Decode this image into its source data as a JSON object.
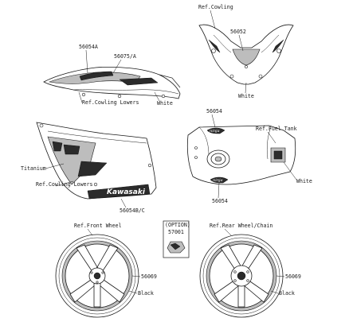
{
  "labels": {
    "upper_cowl_left": {
      "part_a": "56054A",
      "part_b": "56075/A",
      "ref": "Ref.Cowling Lowers",
      "color": "White"
    },
    "front_cowl": {
      "ref": "Ref.Cowling",
      "part": "56052",
      "color": "White"
    },
    "side_cowl": {
      "ref": "Ref.Cowling Lowers",
      "color": "Titanium",
      "part": "56054B/C"
    },
    "fuel_tank": {
      "part_top": "56054",
      "ref": "Ref.Fuel Tank",
      "color": "White",
      "part_bottom": "56054"
    },
    "option": {
      "title": "(OPTION)",
      "part": "57001"
    },
    "front_wheel": {
      "ref": "Ref.Front Wheel",
      "part": "56069",
      "color": "Black"
    },
    "rear_wheel": {
      "ref": "Ref.Rear Wheel/Chain",
      "part": "56069",
      "color": "Black"
    }
  },
  "brand_text": "Kawasaki",
  "logo_text": "ninja"
}
